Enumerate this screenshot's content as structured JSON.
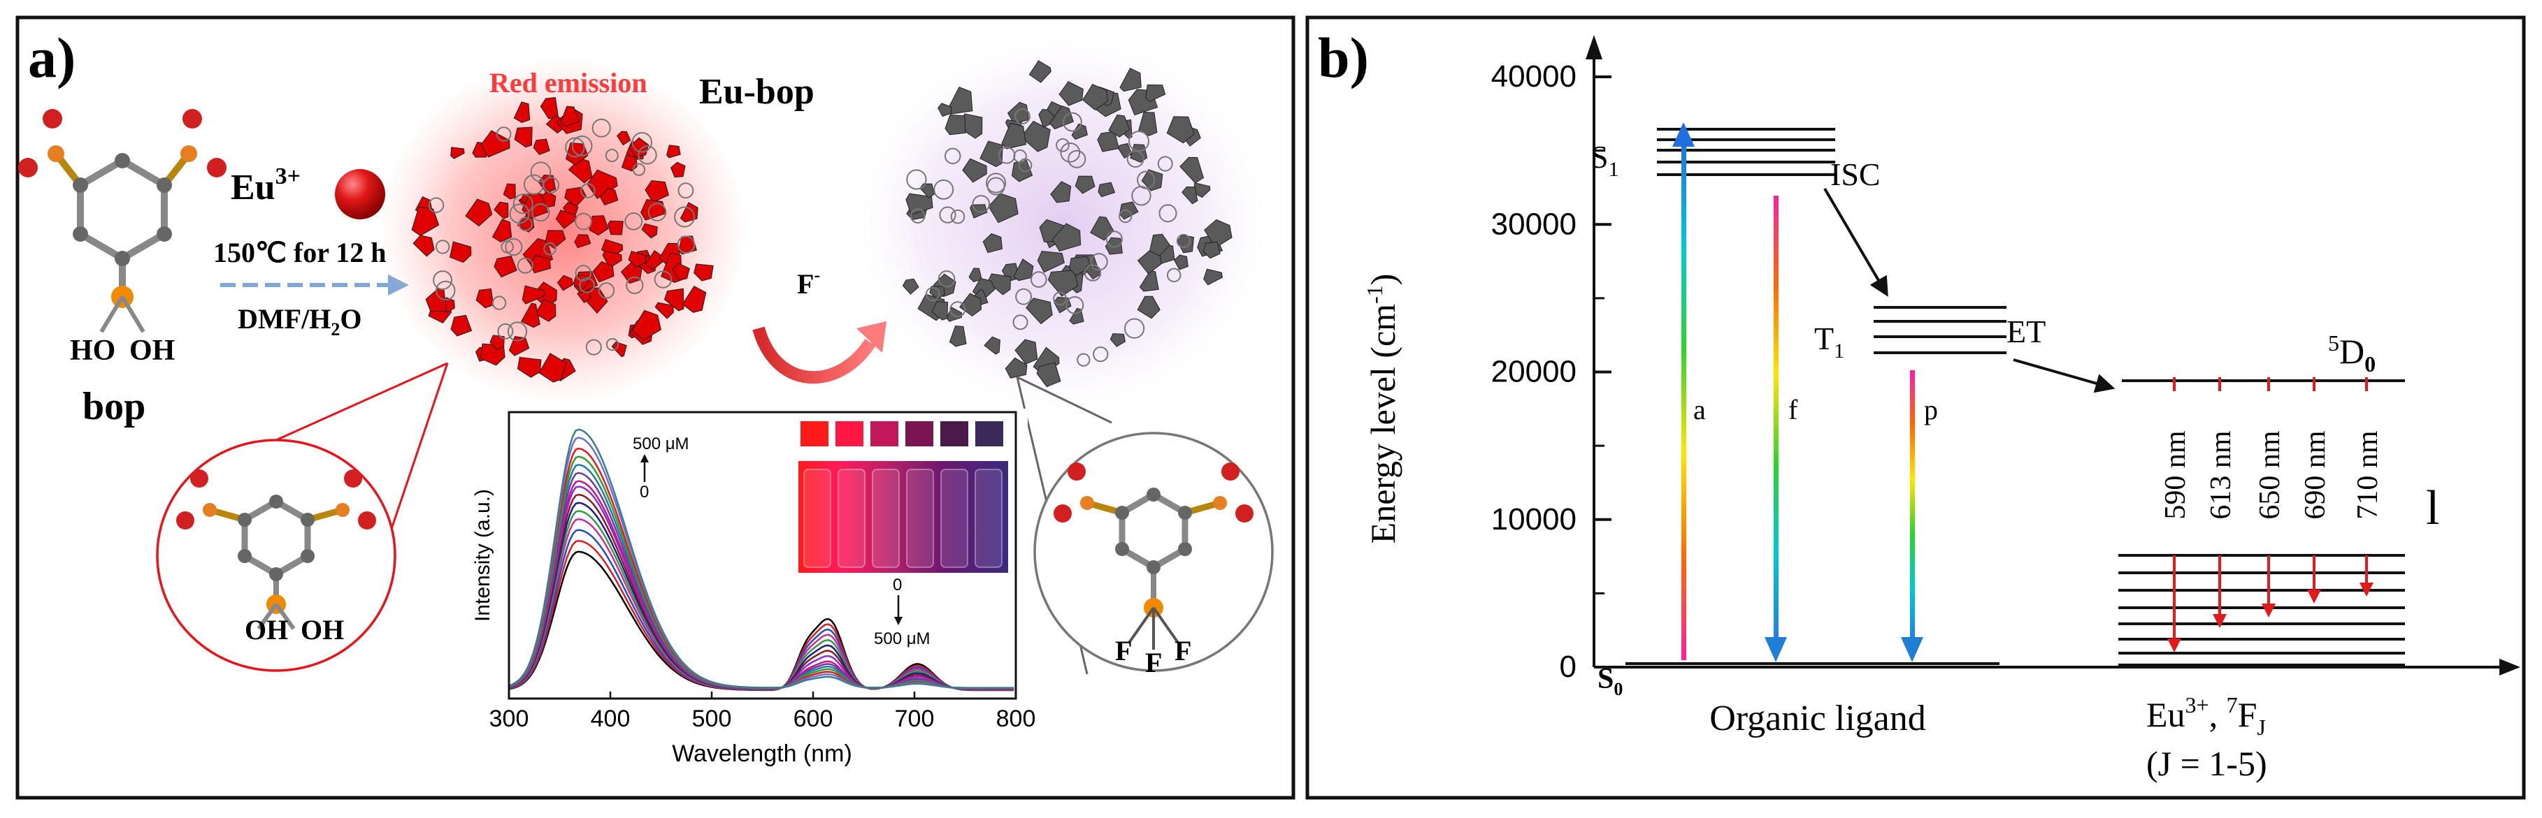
{
  "panel_a": {
    "label": "a)",
    "reagent_ion": "Eu",
    "reagent_charge": "3+",
    "condition_temp": "150℃ for 12 h",
    "condition_solvent": "DMF/H",
    "condition_solvent_sub": "2",
    "condition_solvent_end": "O",
    "ligand_name": "bop",
    "ligand_ho": "HO",
    "ligand_oh": "OH",
    "emission_label": "Red emission",
    "mof_name": "Eu-bop",
    "analyte": "F",
    "analyte_charge": "-",
    "circle_left_oh1": "OH",
    "circle_left_oh2": "OH",
    "circle_right_f": [
      "F",
      "F",
      "F"
    ],
    "colors": {
      "red_accent": "#e8141a",
      "emission_text": "#ff3b3b",
      "mof_red": "#e00000",
      "mof_gray": "#5a5a5a",
      "arrow_blue": "#7fa8d8",
      "arrow_red": "#e8403a"
    }
  },
  "chart_data": {
    "type": "line",
    "xlabel": "Wavelength (nm)",
    "ylabel": "Intensity (a.u.)",
    "xlim": [
      300,
      800
    ],
    "x_ticks": [
      "300",
      "400",
      "500",
      "600",
      "700",
      "800"
    ],
    "annotation_top": "500 μM",
    "annotation_top_zero": "0",
    "annotation_bottom": "500 μM",
    "annotation_bottom_zero": "0",
    "peak_1_nm": 368,
    "peak_2_nm": 616,
    "peak_3_nm": 703,
    "n_curves": 15,
    "first_peak_relative": [
      0.52,
      0.56,
      0.6,
      0.64,
      0.67,
      0.7,
      0.73,
      0.76,
      0.78,
      0.81,
      0.84,
      0.87,
      0.9,
      0.94,
      0.97
    ],
    "second_peak_relative": [
      0.26,
      0.24,
      0.22,
      0.2,
      0.18,
      0.16,
      0.14,
      0.12,
      0.1,
      0.09,
      0.08,
      0.07,
      0.06,
      0.05,
      0.04
    ],
    "series_colors": [
      "#000000",
      "#e41a1c",
      "#1f4ec9",
      "#d6279c",
      "#2e9e3e",
      "#1b1b8f",
      "#8b1a1a",
      "#8a2be2",
      "#c71585",
      "#6a3d9a",
      "#1f78b4",
      "#33a02c",
      "#e31a1c",
      "#6f6fd6",
      "#3a7d8c"
    ],
    "swatches": [
      "#ff1a1a",
      "#ff1744",
      "#c2185b",
      "#7b1453",
      "#4a1a4a",
      "#3a2a5a"
    ]
  },
  "panel_b": {
    "label": "b)",
    "y_axis_label": "Energy level (cm",
    "y_axis_sup": "-1",
    "y_axis_end": ")",
    "y_ticks": [
      "40000",
      "30000",
      "20000",
      "10000",
      "0"
    ],
    "y_tick_values": [
      40000,
      30000,
      20000,
      10000,
      0
    ],
    "s1": "S",
    "s1_sub": "1",
    "t1": "T",
    "t1_sub": "1",
    "s0": "S",
    "s0_sub": "0",
    "isc": "ISC",
    "et": "ET",
    "d0_pre": "5",
    "d0": "D",
    "d0_sub": "0",
    "arrow_labels": [
      "a",
      "f",
      "p"
    ],
    "transitions": [
      "590 nm",
      "613 nm",
      "650 nm",
      "690 nm",
      "710 nm"
    ],
    "side_label": "l",
    "organic_label": "Organic ligand",
    "eu_label_pre": "Eu",
    "eu_charge": "3+",
    "eu_mid": ", ",
    "eu_sup7": "7",
    "eu_f": "F",
    "eu_j": "J",
    "eu_range": "(J = 1-5)",
    "colors": {
      "arrow_red": "#e31a1c",
      "arrow_blue": "#1f7fd6",
      "level_black": "#111111"
    }
  }
}
